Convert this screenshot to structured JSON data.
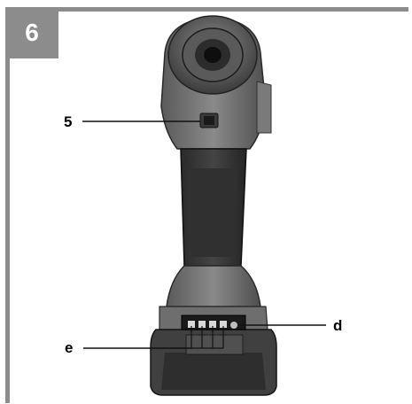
{
  "figure": {
    "number": "6"
  },
  "callouts": {
    "five": "5",
    "d": "d",
    "e": "e"
  }
}
